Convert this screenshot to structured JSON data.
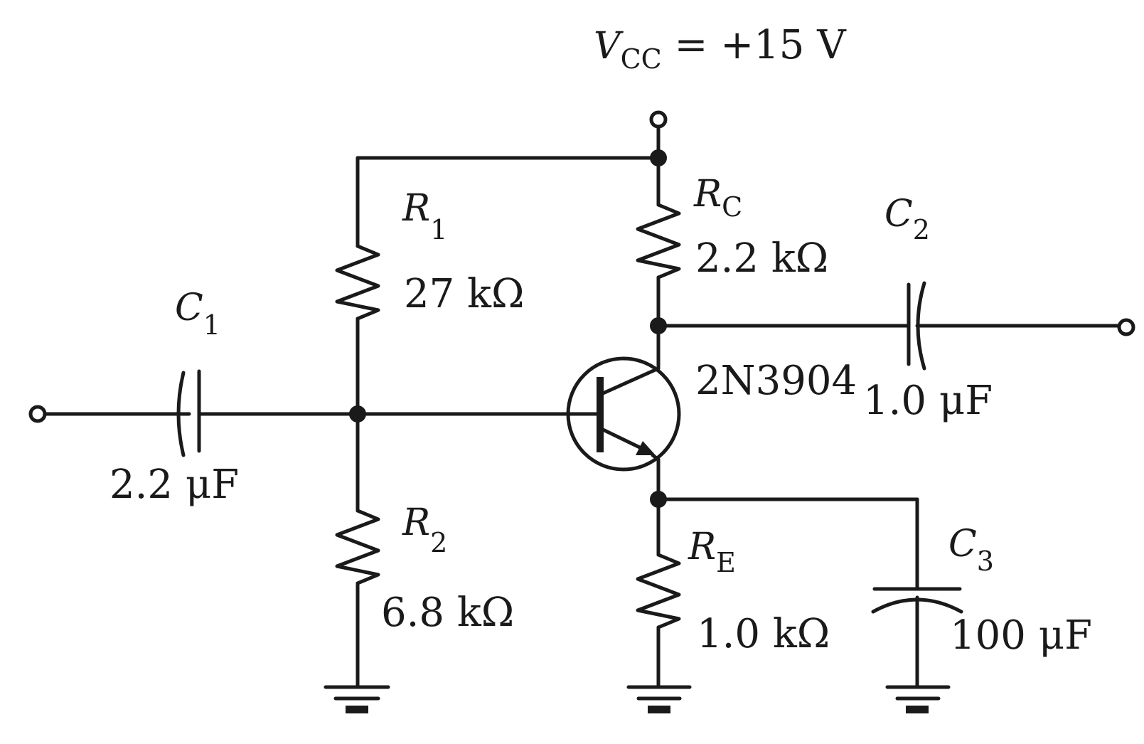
{
  "supply": {
    "symbol": "V",
    "subscript": "CC",
    "value": " = +15 V"
  },
  "components": {
    "r1": {
      "symbol": "R",
      "subscript": "1",
      "value": "27 kΩ"
    },
    "r2": {
      "symbol": "R",
      "subscript": "2",
      "value": "6.8 kΩ"
    },
    "rc": {
      "symbol": "R",
      "subscript": "C",
      "value": "2.2 kΩ"
    },
    "re": {
      "symbol": "R",
      "subscript": "E",
      "value": "1.0 kΩ"
    },
    "c1": {
      "symbol": "C",
      "subscript": "1",
      "value": "2.2 μF"
    },
    "c2": {
      "symbol": "C",
      "subscript": "2",
      "value": "1.0 μF"
    },
    "c3": {
      "symbol": "C",
      "subscript": "3",
      "value": "100 μF"
    },
    "q1": {
      "part": "2N3904"
    }
  }
}
